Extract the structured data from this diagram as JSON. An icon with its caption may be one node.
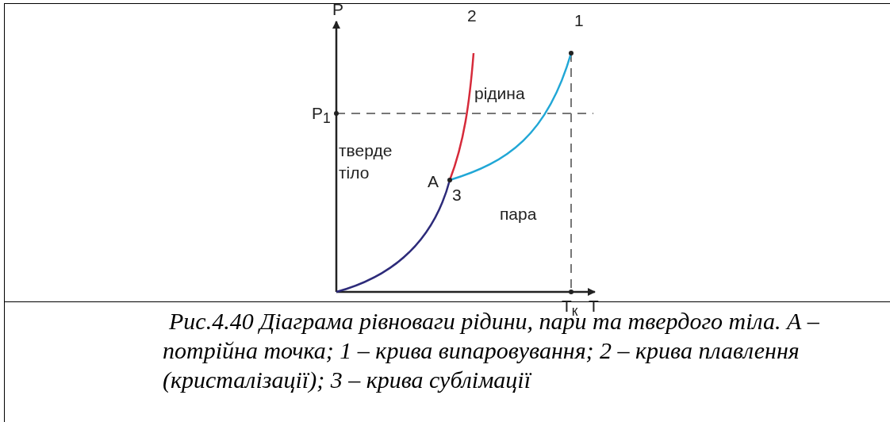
{
  "diagram": {
    "caption": "Рис.4.40 Діаграма рівноваги рідини, пари та твердого тіла. А – потрійна точка; 1 – крива випаровування; 2 – крива плавлення (кристалізації); 3 – крива сублімації",
    "labels": [
      "P",
      "2",
      "1",
      "рідина",
      "P$_{1}$",
      "тверде тіло",
      "A",
      "3",
      "пара",
      "T$_{к}$",
      "T"
    ]
  }
}
